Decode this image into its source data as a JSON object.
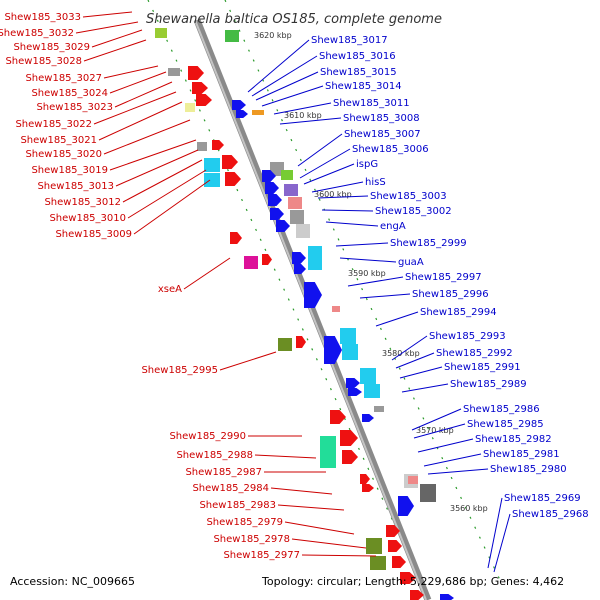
{
  "title": "Shewanella baltica OS185, complete genome",
  "footer": {
    "accession": "Accession: NC_009665",
    "topology": "Topology: circular; Length: 5,229,686 bp; Genes: 4,462"
  },
  "colors": {
    "left_labels": "#cc0000",
    "right_labels": "#0000cc",
    "backbone": "#8a8a8a",
    "tick": "#009900"
  },
  "kbp_markers": [
    "3620 kbp",
    "3610 kbp",
    "3600 kbp",
    "3590 kbp",
    "3580 kbp",
    "3570 kbp",
    "3560 kbp"
  ],
  "left_labels": [
    "Shew185_3033",
    "Shew185_3032",
    "Shew185_3029",
    "Shew185_3028",
    "Shew185_3027",
    "Shew185_3024",
    "Shew185_3023",
    "Shew185_3022",
    "Shew185_3021",
    "Shew185_3020",
    "Shew185_3019",
    "Shew185_3013",
    "Shew185_3012",
    "Shew185_3010",
    "Shew185_3009",
    "xseA",
    "Shew185_2995",
    "Shew185_2990",
    "Shew185_2988",
    "Shew185_2987",
    "Shew185_2984",
    "Shew185_2983",
    "Shew185_2979",
    "Shew185_2978",
    "Shew185_2977"
  ],
  "right_labels": [
    "Shew185_3017",
    "Shew185_3016",
    "Shew185_3015",
    "Shew185_3014",
    "Shew185_3011",
    "Shew185_3008",
    "Shew185_3007",
    "Shew185_3006",
    "ispG",
    "hisS",
    "Shew185_3003",
    "Shew185_3002",
    "engA",
    "Shew185_2999",
    "guaA",
    "Shew185_2997",
    "Shew185_2996",
    "Shew185_2994",
    "Shew185_2993",
    "Shew185_2992",
    "Shew185_2991",
    "Shew185_2989",
    "Shew185_2986",
    "Shew185_2985",
    "Shew185_2982",
    "Shew185_2981",
    "Shew185_2980",
    "Shew185_2969",
    "Shew185_2968"
  ]
}
